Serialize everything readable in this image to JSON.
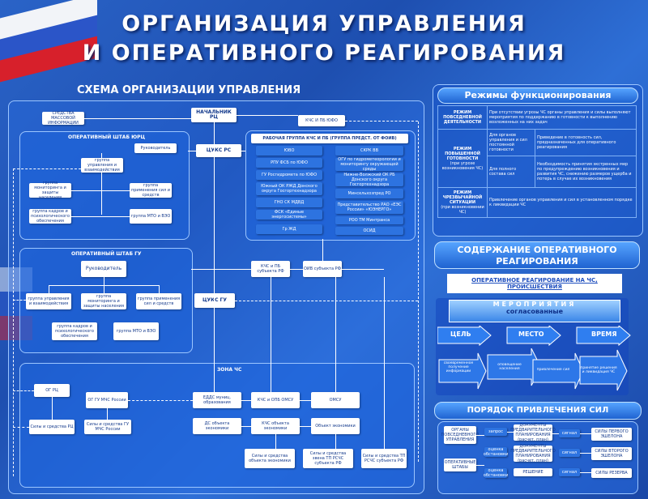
{
  "title": {
    "line1": "ОРГАНИЗАЦИЯ УПРАВЛЕНИЯ",
    "line2": "И ОПЕРАТИВНОГО РЕАГИРОВАНИЯ"
  },
  "scheme": {
    "title": "СХЕМА ОРГАНИЗАЦИИ УПРАВЛЕНИЯ",
    "media": "СРЕДСТВА МАССОВОЙ ИНФОРМАЦИИ",
    "chief": "НАЧАЛЬНИК РЦ",
    "kchs_yufo": "КЧС И ПБ ЮФО",
    "shtab_yurc": "ОПЕРАТИВНЫЙ ШТАБ ЮРЦ",
    "rukovoditel": "Руководитель",
    "cuks_rc": "ЦУКС РС",
    "group_management": "группа управления и взаимодействия",
    "group_monitoring": "группа мониторинга и защиты населения",
    "group_forces": "группа применения сил и средств",
    "group_personnel": "группа кадров и психологического обеспечения",
    "group_mto": "группа МТО и ВЭО",
    "working_group": "РАБОЧАЯ ГРУППА КЧС И ПБ (ГРУППА ПРЕДСТ. ОТ ФОИВ)",
    "wg_left": [
      "ЮВО",
      "РПУ ФСБ по ЮФО",
      "ГУ Росгидромета по ЮФО",
      "Южный ОК РЖД Донского округа Госгортехнадзора",
      "ГНО СК МДВД",
      "ФСК «Единые энергосистемы»",
      "Гр ЖД"
    ],
    "wg_right": [
      "СКРК ВВ",
      "ОГУ по гидрометеорологии и мониторингу окружающей среды",
      "Нижне-Волжский ОК РБ Донского округа Госгортехнадзора",
      "Минсельхозпред РО",
      "Представительство РАО «ЕЭС России» «ЮЭНЕРГО»",
      "РОО ТМ Минтранса",
      "ОСИД"
    ],
    "shtab_gu": "ОПЕРАТИВНЫЙ ШТАБ ГУ",
    "gu_rukovoditel": "Руководитель",
    "gu_left": "группа управления и взаимодействия",
    "gu_mid": "группа мониторинга и защиты населения",
    "gu_right": "группа применения сил и средств",
    "gu_left2": "группа кадров и психологического обеспечения",
    "gu_mid2": "группа МТО и ВЭО",
    "cuks_gu": "ЦУКС ГУ",
    "kchs_subj": "КЧС и ПБ субъекта РФ",
    "oiv_subj": "ОИВ субъекта РФ",
    "zone": "ЗОНА ЧС",
    "og_rc": "ОГ РЦ",
    "og_gu": "ОГ ГУ МЧС России",
    "forces_rc": "Силы и средства РЦ",
    "forces_gu": "Силы и средства ГУ МЧС России",
    "edds": "ЕДДС муниц. образования",
    "kchs_omsu": "КЧС и ОПБ ОМСУ",
    "omsu": "ОМСУ",
    "ds_obj": "ДС объекта экономики",
    "kchs_obj": "КЧС объекта экономики",
    "obj_econ": "Объект экономики",
    "forces_obj": "Силы и средства объекта экономики",
    "forces_zvena": "Силы и средства звена ТП РСЧС субъекта РФ",
    "forces_tp": "Силы и средства ТП РСЧС субъекта РФ"
  },
  "modes": {
    "title": "Режимы функционирования",
    "r1_name": "РЕЖИМ ПОВСЕДНЕВНОЙ ДЕЯТЕЛЬНОСТИ",
    "r1_text": "При отсутствии угрозы ЧС органы управления и силы выполняют мероприятия по поддержанию в готовности к выполнению возложенных на них задач",
    "r2_name": "РЕЖИМ ПОВЫШЕННОЙ ГОТОВНОСТИ",
    "r2_sub": "(при угрозе возникновения ЧС)",
    "r2a": "Для органов управления и сил постоянной готовности",
    "r2a_text": "Приведение в готовность сил, предназначенных для оперативного реагирования",
    "r2b": "Для полного состава сил",
    "r2b_text": "Необходимость принятия экстренных мер по предупреждению возникновения и развития ЧС, снижению размеров ущерба и потерь в случае их возникновения",
    "r3_name": "РЕЖИМ ЧРЕЗВЫЧАЙНОЙ СИТУАЦИИ",
    "r3_sub": "(при возникновении ЧС)",
    "r3_text": "Привлечение органов управления и сил в установленном порядке к ликвидации ЧС"
  },
  "content": {
    "title": "СОДЕРЖАНИЕ ОПЕРАТИВНОГО РЕАГИРОВАНИЯ",
    "subtitle": "ОПЕРАТИВНОЕ РЕАГИРОВАНИЕ НА ЧС, ПРОИСШЕСТВИЯ",
    "measures1": "МЕРОПРИЯТИЯ",
    "measures2": "согласованные",
    "goal": "ЦЕЛЬ",
    "place": "МЕСТО",
    "time": "ВРЕМЯ",
    "step1": "своевременное получение информации",
    "step2": "оповещение населения",
    "step3": "привлечение сил",
    "step4": "принятие решения и ликвидация ЧС"
  },
  "order": {
    "title": "ПОРЯДОК ПРИВЛЕЧЕНИЯ СИЛ",
    "left1": "ОРГАНЫ ПОВСЕДНЕВНОГО УПРАВЛЕНИЯ",
    "left2": "ОПЕРАТИВНЫЕ ШТАБЫ",
    "m1": "запрос",
    "m2": "оценка обстановки",
    "m3": "оценка обстановки",
    "d1": "ДОКУМЕНТЫ ПРЕДВАРИТЕЛЬНОГО ПЛАНИРОВАНИЯ (расчет, план)",
    "d2": "ДОКУМЕНТЫ ПРЕДВАРИТЕЛЬНОГО ПЛАНИРОВАНИЯ (расчет, план)",
    "d3": "РЕШЕНИЕ",
    "a1": "сигнал",
    "a2": "сигнал",
    "a3": "сигнал",
    "f1": "СИЛЫ ПЕРВОГО ЭШЕЛОНА",
    "f2": "СИЛЫ ВТОРОГО ЭШЕЛОНА",
    "f3": "СИЛЫ РЕЗЕРВА"
  }
}
